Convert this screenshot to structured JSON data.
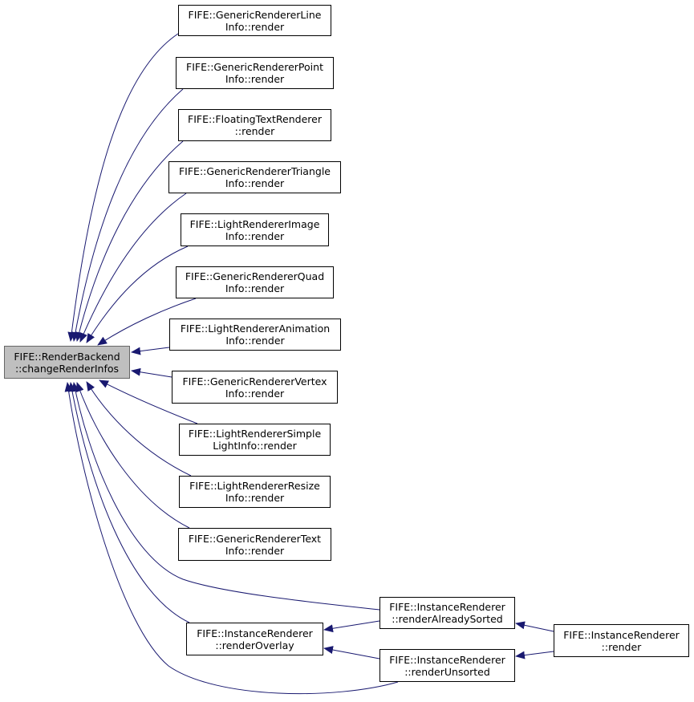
{
  "colors": {
    "edge": "#191970",
    "root_fill": "#bfbfbf",
    "node_fill": "#ffffff",
    "border": "#000000"
  },
  "nodes": {
    "root": [
      "FIFE::RenderBackend",
      "::changeRenderInfos"
    ],
    "line": [
      "FIFE::GenericRendererLine",
      "Info::render"
    ],
    "point": [
      "FIFE::GenericRendererPoint",
      "Info::render"
    ],
    "floating": [
      "FIFE::FloatingTextRenderer",
      "::render"
    ],
    "triangle": [
      "FIFE::GenericRendererTriangle",
      "Info::render"
    ],
    "lightimage": [
      "FIFE::LightRendererImage",
      "Info::render"
    ],
    "quad": [
      "FIFE::GenericRendererQuad",
      "Info::render"
    ],
    "lightanim": [
      "FIFE::LightRendererAnimation",
      "Info::render"
    ],
    "vertex": [
      "FIFE::GenericRendererVertex",
      "Info::render"
    ],
    "lightsimple": [
      "FIFE::LightRendererSimple",
      "LightInfo::render"
    ],
    "lightresize": [
      "FIFE::LightRendererResize",
      "Info::render"
    ],
    "text": [
      "FIFE::GenericRendererText",
      "Info::render"
    ],
    "overlay": [
      "FIFE::InstanceRenderer",
      "::renderOverlay"
    ],
    "sorted": [
      "FIFE::InstanceRenderer",
      "::renderAlreadySorted"
    ],
    "unsorted": [
      "FIFE::InstanceRenderer",
      "::renderUnsorted"
    ],
    "render": [
      "FIFE::InstanceRenderer",
      "::render"
    ]
  }
}
